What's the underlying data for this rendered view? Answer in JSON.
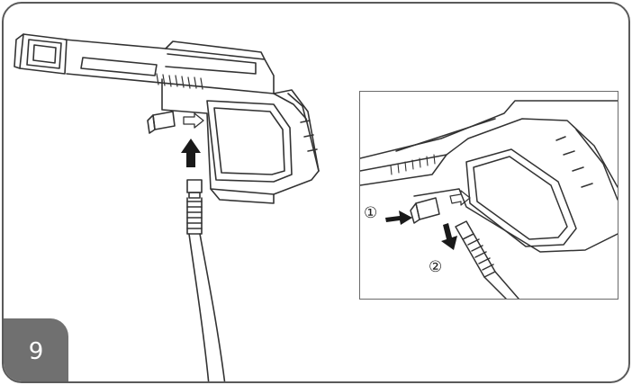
{
  "step": {
    "number": "9"
  },
  "inset": {
    "callout_1": "①",
    "callout_2": "②"
  },
  "colors": {
    "line": "#333333",
    "frame": "#5a5a5a",
    "badge": "#707070",
    "badge_text": "#ffffff",
    "arrow": "#1a1a1a"
  },
  "icons": [
    "spray-gun-drawing",
    "hose-drawing",
    "insert-up-arrow",
    "press-right-arrow",
    "insert-down-arrow"
  ]
}
